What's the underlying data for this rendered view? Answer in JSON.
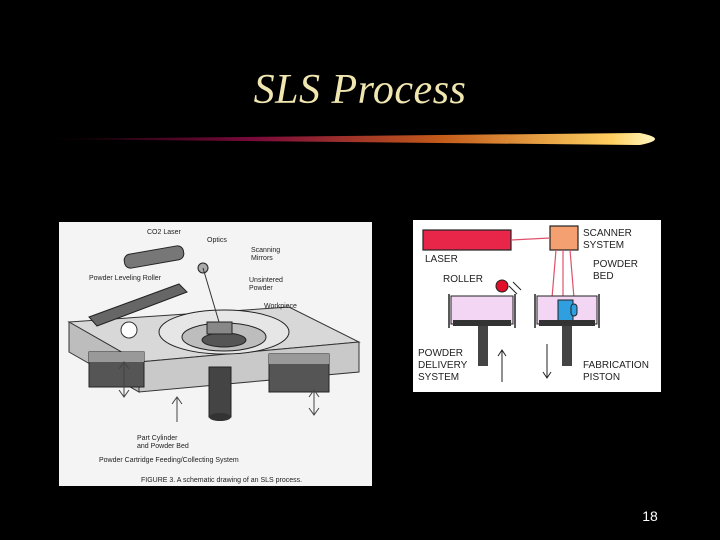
{
  "slide": {
    "title": "SLS Process",
    "page_number": "18"
  },
  "left_figure": {
    "labels": {
      "co2_laser": "CO2 Laser",
      "optics": "Optics",
      "scanning_mirrors": "Scanning\nMirrors",
      "powder_leveling_roller": "Powder Leveling Roller",
      "unsintered_powder": "Unsintered\nPowder",
      "workpiece": "Workpiece",
      "part_cylinder": "Part Cylinder\nand Powder Bed",
      "powder_cartridge": "Powder Cartridge Feeding/Collecting System"
    },
    "caption": "FIGURE 3.  A schematic drawing of an SLS process."
  },
  "right_figure": {
    "labels": {
      "scanner_system": "SCANNER\nSYSTEM",
      "laser": "LASER",
      "powder_bed": "POWDER\nBED",
      "roller": "ROLLER",
      "powder_delivery_system": "POWDER\nDELIVERY\nSYSTEM",
      "fabrication_piston": "FABRICATION\nPISTON"
    }
  },
  "colors": {
    "title": "#f0e6b0",
    "laser_box": "#e8264a",
    "scanner_box": "#f5a070",
    "roller": "#e0102a",
    "powder": "#f3d6f3",
    "part": "#2f9fe0",
    "beam": "#e0506a"
  }
}
